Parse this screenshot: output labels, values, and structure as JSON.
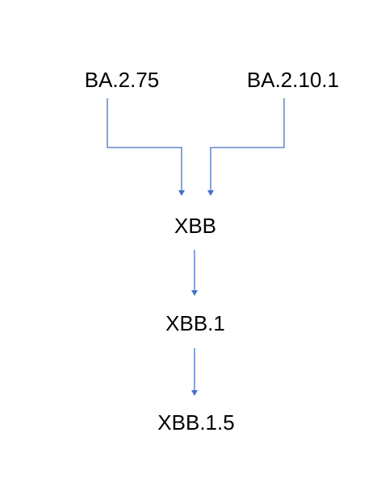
{
  "diagram": {
    "nodes": {
      "ba275": "BA.2.75",
      "ba2101": "BA.2.10.1",
      "xbb": "XBB",
      "xbb1": "XBB.1",
      "xbb15": "XBB.1.5"
    },
    "edges": [
      {
        "from": "BA.2.75",
        "to": "XBB"
      },
      {
        "from": "BA.2.10.1",
        "to": "XBB"
      },
      {
        "from": "XBB",
        "to": "XBB.1"
      },
      {
        "from": "XBB.1",
        "to": "XBB.1.5"
      }
    ],
    "edge_color": "#4472C4"
  }
}
